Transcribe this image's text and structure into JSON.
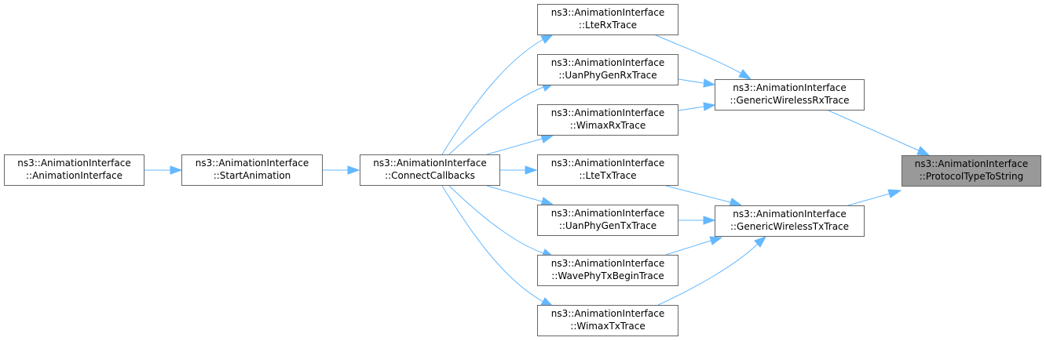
{
  "nodes": {
    "protocol_type_to_string": {
      "line1": "ns3::AnimationInterface",
      "line2": "::ProtocolTypeToString"
    },
    "generic_wireless_rx_trace": {
      "line1": "ns3::AnimationInterface",
      "line2": "::GenericWirelessRxTrace"
    },
    "generic_wireless_tx_trace": {
      "line1": "ns3::AnimationInterface",
      "line2": "::GenericWirelessTxTrace"
    },
    "lte_rx_trace": {
      "line1": "ns3::AnimationInterface",
      "line2": "::LteRxTrace"
    },
    "uan_phy_gen_rx_trace": {
      "line1": "ns3::AnimationInterface",
      "line2": "::UanPhyGenRxTrace"
    },
    "wimax_rx_trace": {
      "line1": "ns3::AnimationInterface",
      "line2": "::WimaxRxTrace"
    },
    "lte_tx_trace": {
      "line1": "ns3::AnimationInterface",
      "line2": "::LteTxTrace"
    },
    "uan_phy_gen_tx_trace": {
      "line1": "ns3::AnimationInterface",
      "line2": "::UanPhyGenTxTrace"
    },
    "wave_phy_tx_begin_trace": {
      "line1": "ns3::AnimationInterface",
      "line2": "::WavePhyTxBeginTrace"
    },
    "wimax_tx_trace": {
      "line1": "ns3::AnimationInterface",
      "line2": "::WimaxTxTrace"
    },
    "connect_callbacks": {
      "line1": "ns3::AnimationInterface",
      "line2": "::ConnectCallbacks"
    },
    "start_animation": {
      "line1": "ns3::AnimationInterface",
      "line2": "::StartAnimation"
    },
    "animation_interface": {
      "line1": "ns3::AnimationInterface",
      "line2": "::AnimationInterface"
    }
  },
  "colors": {
    "edge": "#63b8ff",
    "node_border": "#666666",
    "focus_fill": "#999999",
    "node_fill": "#ffffff"
  }
}
